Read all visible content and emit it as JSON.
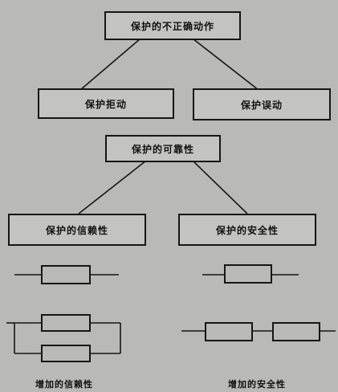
{
  "boxes": {
    "top": "保护的不正确动作",
    "refuse": "保护拒动",
    "false_op": "保护误动",
    "reliability": "保护的可靠性",
    "dependability": "保护的信赖性",
    "security": "保护的安全性"
  },
  "captions": {
    "left": "增加的信赖性",
    "right": "增加的安全性"
  }
}
